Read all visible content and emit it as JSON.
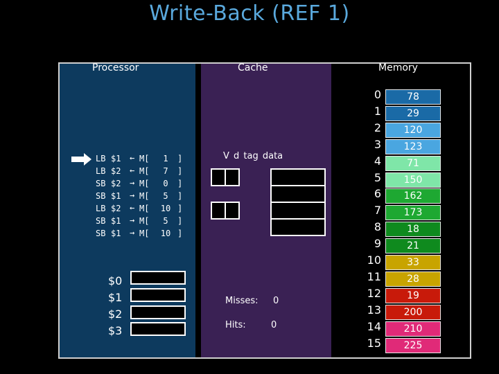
{
  "title": "Write-Back (REF 1)",
  "labels": {
    "processor": "Processor",
    "cache": "Cache",
    "memory": "Memory"
  },
  "instructions": [
    {
      "op": "LB",
      "reg": "$1",
      "dir": "←",
      "mem": "M[",
      "addr": "1",
      "close": "]"
    },
    {
      "op": "LB",
      "reg": "$2",
      "dir": "←",
      "mem": "M[",
      "addr": "7",
      "close": "]"
    },
    {
      "op": "SB",
      "reg": "$2",
      "dir": "→",
      "mem": "M[",
      "addr": "0",
      "close": "]"
    },
    {
      "op": "SB",
      "reg": "$1",
      "dir": "→",
      "mem": "M[",
      "addr": "5",
      "close": "]"
    },
    {
      "op": "LB",
      "reg": "$2",
      "dir": "←",
      "mem": "M[",
      "addr": "10",
      "close": "]"
    },
    {
      "op": "SB",
      "reg": "$1",
      "dir": "→",
      "mem": "M[",
      "addr": "5",
      "close": "]"
    },
    {
      "op": "SB",
      "reg": "$1",
      "dir": "→",
      "mem": "M[",
      "addr": "10",
      "close": "]"
    }
  ],
  "registers": [
    {
      "name": "$0",
      "value": ""
    },
    {
      "name": "$1",
      "value": ""
    },
    {
      "name": "$2",
      "value": ""
    },
    {
      "name": "$3",
      "value": ""
    }
  ],
  "cache": {
    "header": "V d tag data",
    "lines": [
      {
        "valid": "0",
        "dirty": "",
        "tag": "",
        "data": ""
      },
      {
        "valid": "0",
        "dirty": "",
        "tag": "",
        "data": ""
      }
    ],
    "misses_label": "Misses:",
    "misses": "0",
    "hits_label": "Hits:",
    "hits": "0"
  },
  "memory": [
    {
      "addr": "0",
      "value": "78",
      "color": "#1a6aa6"
    },
    {
      "addr": "1",
      "value": "29",
      "color": "#1a6aa6"
    },
    {
      "addr": "2",
      "value": "120",
      "color": "#4aa6e0"
    },
    {
      "addr": "3",
      "value": "123",
      "color": "#4aa6e0"
    },
    {
      "addr": "4",
      "value": "71",
      "color": "#7fe6a8"
    },
    {
      "addr": "5",
      "value": "150",
      "color": "#7fe6a8"
    },
    {
      "addr": "6",
      "value": "162",
      "color": "#1ea832"
    },
    {
      "addr": "7",
      "value": "173",
      "color": "#1ea832"
    },
    {
      "addr": "8",
      "value": "18",
      "color": "#0f8a1e"
    },
    {
      "addr": "9",
      "value": "21",
      "color": "#0f8a1e"
    },
    {
      "addr": "10",
      "value": "33",
      "color": "#c8a400"
    },
    {
      "addr": "11",
      "value": "28",
      "color": "#c8a400"
    },
    {
      "addr": "12",
      "value": "19",
      "color": "#c81a0a"
    },
    {
      "addr": "13",
      "value": "200",
      "color": "#c81a0a"
    },
    {
      "addr": "14",
      "value": "210",
      "color": "#e02a78"
    },
    {
      "addr": "15",
      "value": "225",
      "color": "#e02a78"
    }
  ],
  "icons": {
    "current_instruction": "right-arrow-icon"
  },
  "colors": {
    "title": "#5aa9dd",
    "processor_panel": "#0d3a5e",
    "cache_panel": "#3a2154"
  }
}
